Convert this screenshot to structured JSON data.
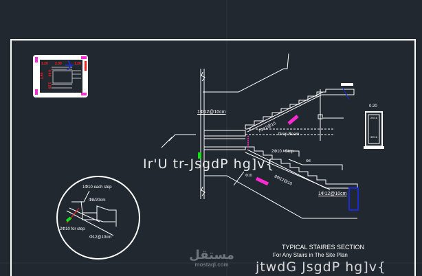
{
  "drawing": {
    "title": "TYPICAL STAIRES SECTION",
    "subtitle": "For Any Stairs in The Site Plan",
    "garbled_text_1": "Ir'U tr-JsgdP hg]v{",
    "garbled_text_2": "jtwdG JsgdP hg]v{",
    "labels": {
      "top_bar": "1Φ12@10cm",
      "bottom_bar": "1Φ12@10cm",
      "drop_beam": "Drop Beam",
      "upper_flight_bar": "7Φ12@10",
      "lower_flight_bar": "8Φ12@10",
      "stirrups": "2Φ10 / Step",
      "lower_beam": "1Φ12@10cm",
      "beam_width": "0.20",
      "beam_top": "2Φ16",
      "beam_bottom": "3Φ16",
      "bar_10": "Φ10",
      "bar_8": "Φ8"
    },
    "detail": {
      "each_step": "1Φ10 each step",
      "spacing": "Φ8/20cm",
      "for_step": "2Φ10 for step",
      "main_bar": "Φ12@10cm"
    },
    "plan": {
      "dims": [
        "1.20",
        "2.30",
        "1.20",
        "1.50",
        "0.40",
        "1.20"
      ]
    }
  },
  "watermark": {
    "logo_arabic": "مستقل",
    "logo_url": "mostaql.com"
  },
  "colors": {
    "background": "#212830",
    "line": "#ffffff",
    "magenta": "#ff2ad4",
    "green": "#16e016",
    "blue": "#1a2ad8",
    "red": "#ff2020"
  }
}
